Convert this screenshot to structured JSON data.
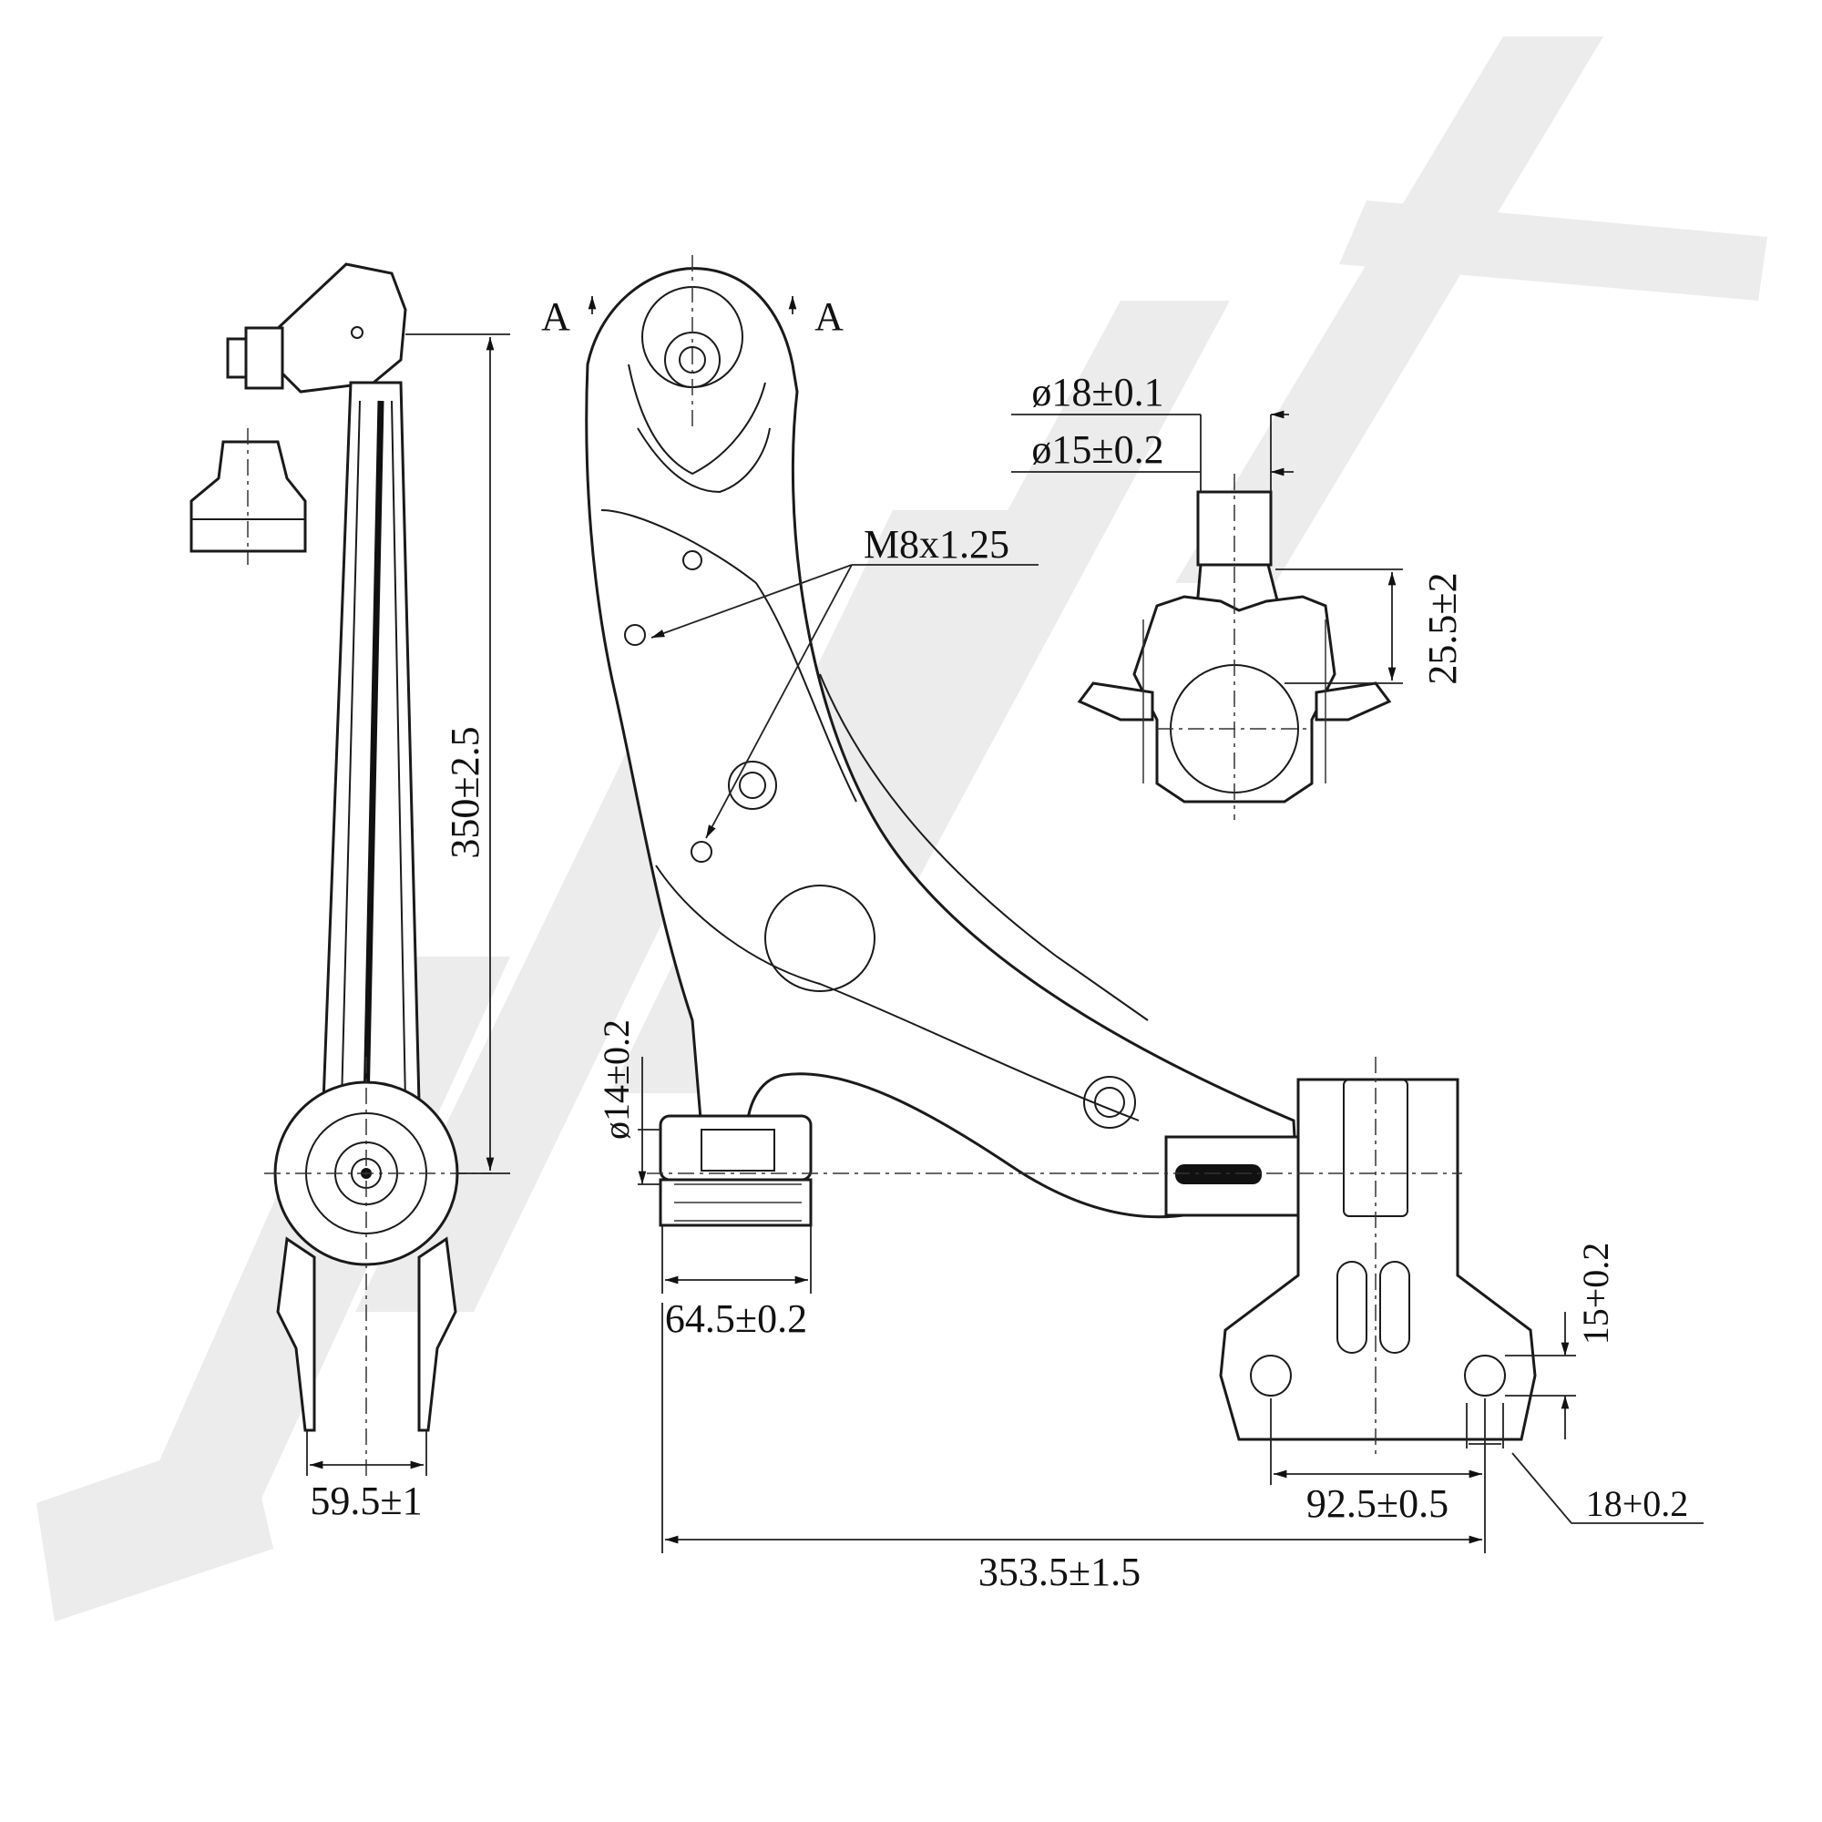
{
  "watermark": {
    "color": "#ececec"
  },
  "views": {
    "section_marker": {
      "left": "A",
      "right": "A"
    }
  },
  "dimensions": {
    "side_length": "350±2.5",
    "side_bottom_width": "59.5±1",
    "bushing_diameter": "ø14±0.2",
    "bushing_width": "64.5±0.2",
    "thread": "M8x1.25",
    "stud_d1": "ø18±0.1",
    "stud_d2": "ø15±0.2",
    "stud_height": "25.5±2",
    "bracket_hole": "15+0.2",
    "bracket_spacing": "92.5±0.5",
    "bracket_slot": "18+0.2",
    "overall_length": "353.5±1.5"
  }
}
